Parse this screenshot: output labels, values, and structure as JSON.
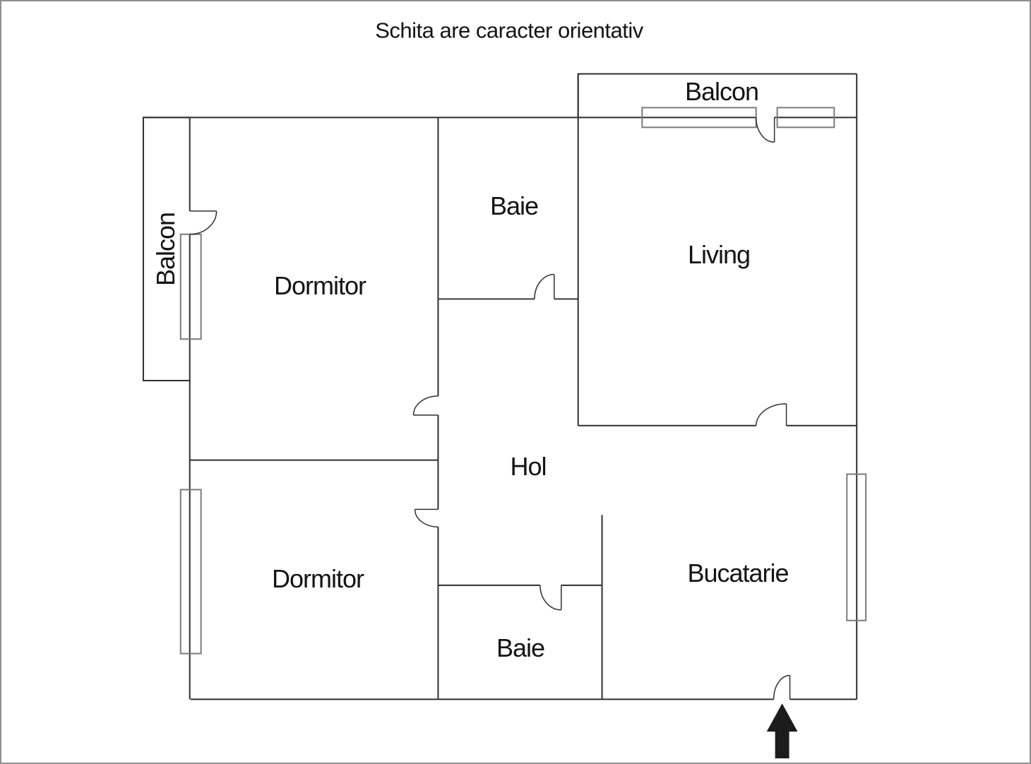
{
  "title": "Schita are caracter orientativ",
  "rooms": [
    {
      "id": "balcon-top",
      "label": "Balcon"
    },
    {
      "id": "balcon-left",
      "label": "Balcon"
    },
    {
      "id": "dormitor-top",
      "label": "Dormitor"
    },
    {
      "id": "baie-top",
      "label": "Baie"
    },
    {
      "id": "living",
      "label": "Living"
    },
    {
      "id": "hol",
      "label": "Hol"
    },
    {
      "id": "dormitor-bottom",
      "label": "Dormitor"
    },
    {
      "id": "baie-bottom",
      "label": "Baie"
    },
    {
      "id": "bucatarie",
      "label": "Bucatarie"
    }
  ],
  "icons": {
    "entrance_arrow": "up-arrow-entrance-marker"
  },
  "colors": {
    "wall": "#2f2f2f",
    "window": "#7b7b7b",
    "arrow": "#1c1c1c",
    "frame": "#8f8f8f",
    "background": "#ffffff"
  }
}
